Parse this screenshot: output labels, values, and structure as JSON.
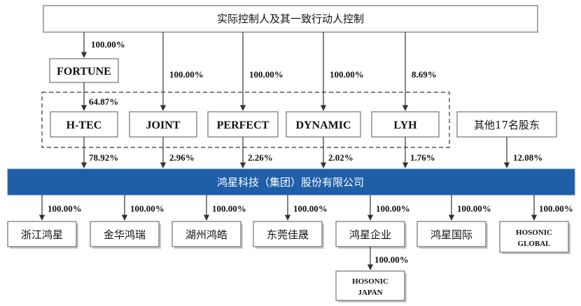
{
  "top": {
    "label": "实际控制人及其一致行动人控制"
  },
  "fortune": {
    "label": "FORTUNE",
    "pct_from_top": "100.00%"
  },
  "shareholders": [
    {
      "id": "h-tec",
      "label": "H-TEC",
      "pct_in": "64.87%",
      "pct_out": "78.92%"
    },
    {
      "id": "joint",
      "label": "JOINT",
      "pct_in": "100.00%",
      "pct_out": "2.96%"
    },
    {
      "id": "perfect",
      "label": "PERFECT",
      "pct_in": "100.00%",
      "pct_out": "2.26%"
    },
    {
      "id": "dynamic",
      "label": "DYNAMIC",
      "pct_in": "100.00%",
      "pct_out": "2.02%"
    },
    {
      "id": "lyh",
      "label": "LYH",
      "pct_in": "8.69%",
      "pct_out": "1.76%"
    }
  ],
  "others": {
    "label": "其他17名股东",
    "pct_out": "12.08%"
  },
  "main": {
    "label": "鸿星科技（集团）股份有限公司"
  },
  "subsidiaries": [
    {
      "id": "zhejiang",
      "label": "浙江鸿星",
      "pct": "100.00%"
    },
    {
      "id": "jinhua",
      "label": "金华鸿瑞",
      "pct": "100.00%"
    },
    {
      "id": "huzhou",
      "label": "湖州鸿皓",
      "pct": "100.00%"
    },
    {
      "id": "dongguan",
      "label": "东莞佳晟",
      "pct": "100.00%"
    },
    {
      "id": "qiye",
      "label": "鸿星企业",
      "pct": "100.00%"
    },
    {
      "id": "guoji",
      "label": "鸿星国际",
      "pct": "100.00%"
    },
    {
      "id": "global",
      "label_line1": "HOSONIC",
      "label_line2": "GLOBAL",
      "pct": "100.00%"
    }
  ],
  "japan": {
    "label_line1": "HOSONIC",
    "label_line2": "JAPAN",
    "pct": "100.00%"
  }
}
